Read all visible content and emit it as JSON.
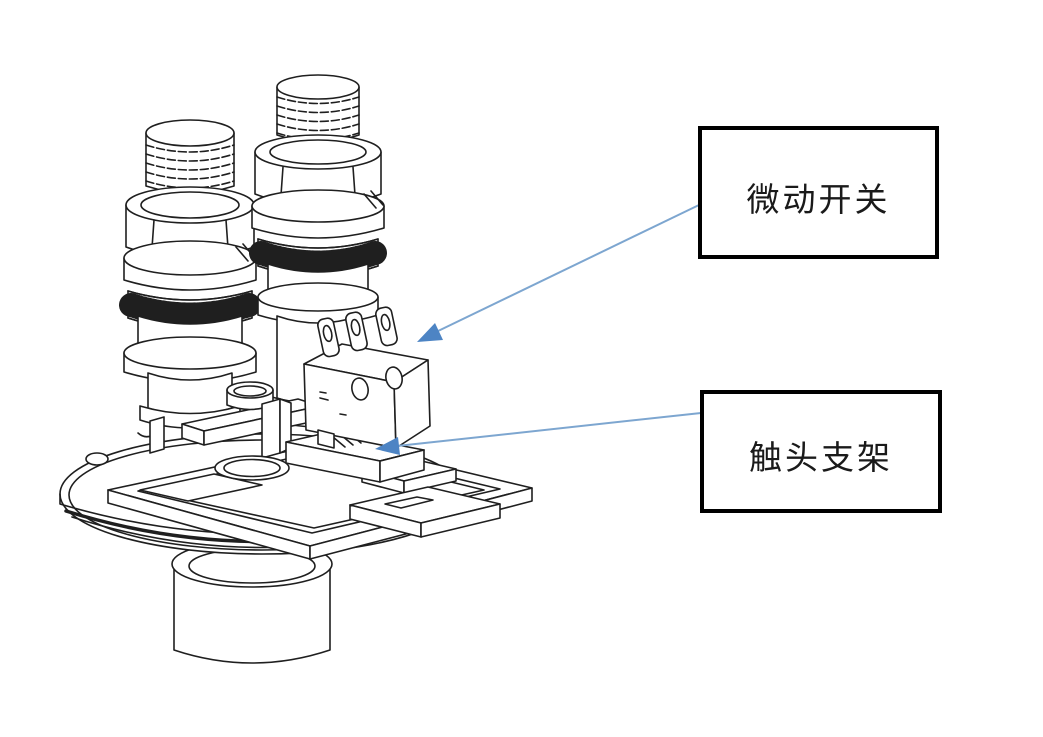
{
  "callouts": [
    {
      "id": "micro-switch",
      "label": "微动开关"
    },
    {
      "id": "contact-bracket",
      "label": "触头支架"
    }
  ],
  "colors": {
    "background": "#ffffff",
    "line": "#1f1f1f",
    "arrow_line": "#7da6d0",
    "arrow_head": "#4d84c4",
    "label_border": "#000000",
    "label_text": "#1a1a1a"
  }
}
